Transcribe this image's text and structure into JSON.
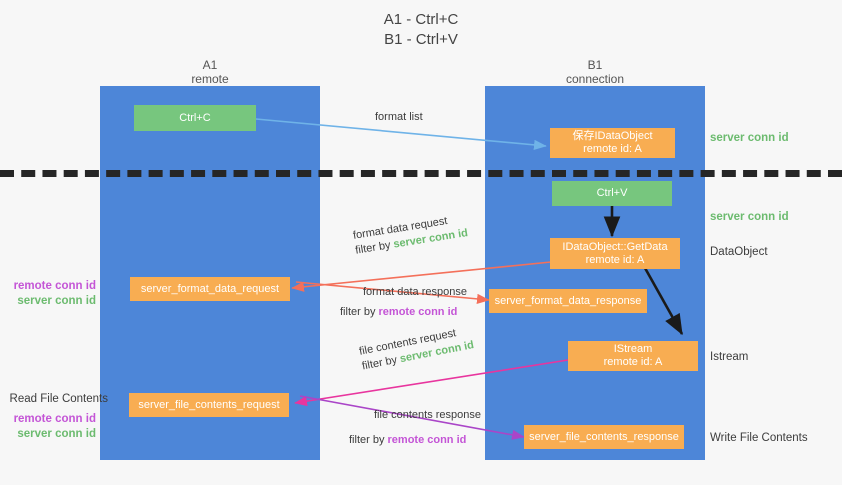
{
  "title": {
    "line1": "A1 - Ctrl+C",
    "line2": "B1 - Ctrl+V"
  },
  "lanes": [
    {
      "name": "A1",
      "subtitle": "remote"
    },
    {
      "name": "B1",
      "subtitle": "connection"
    }
  ],
  "nodes": {
    "ctrl_c": {
      "label": "Ctrl+C",
      "color": "#77c67e"
    },
    "ole_idataobject": {
      "line1": "保存IDataObject",
      "line2": "remote id: A",
      "color": "#f8ad52"
    },
    "ctrl_v": {
      "label": "Ctrl+V",
      "color": "#77c67e"
    },
    "getdata": {
      "line1": "IDataObject::GetData",
      "line2": "remote id: A",
      "color": "#f8ad52"
    },
    "server_format_data_request": {
      "label": "server_format_data_request",
      "color": "#f8ad52"
    },
    "server_format_data_response": {
      "label": "server_format_data_response",
      "color": "#f8ad52"
    },
    "istream": {
      "line1": "IStream",
      "line2": "remote id: A",
      "color": "#f8ad52"
    },
    "server_file_contents_request": {
      "label": "server_file_contents_request",
      "color": "#f8ad52"
    },
    "server_file_contents_response": {
      "label": "server_file_contents_response",
      "color": "#f8ad52"
    }
  },
  "edge_labels": {
    "format_list": "format list",
    "format_data_request": "format data request",
    "format_data_request_filter_prefix": "filter by ",
    "format_data_request_filter_key": "server conn id",
    "format_data_response": "format data response",
    "format_data_response_filter_prefix": "filter by ",
    "format_data_response_filter_key": "remote conn id",
    "file_contents_request": "file contents request",
    "file_contents_request_filter_prefix": "filter by ",
    "file_contents_request_filter_key": "server conn id",
    "file_contents_response": "file contents response",
    "file_contents_response_filter_prefix": "filter by ",
    "file_contents_response_filter_key": "remote conn id"
  },
  "annotations": {
    "right_server_conn_id_top": "server conn id",
    "right_server_conn_id_mid": "server conn id",
    "right_dataobject": "DataObject",
    "right_istream": "Istream",
    "right_write_file_contents": "Write File Contents",
    "left_remote_conn_id_1": "remote conn id",
    "left_server_conn_id_1": "server conn id",
    "left_read_file_contents": "Read File Contents",
    "left_remote_conn_id_2": "remote conn id",
    "left_server_conn_id_2": "server conn id"
  },
  "colors": {
    "lane": "#4d86d8",
    "green_node": "#77c67e",
    "orange_node": "#f8ad52",
    "green_text": "#6cbb6f",
    "purple_text": "#c455d6",
    "arrow_blue": "#6fb3e8",
    "arrow_red": "#f4705a",
    "arrow_pink": "#e8359e",
    "arrow_purple": "#aa45c8",
    "arrow_black": "#1a1a1a",
    "divider": "#262626",
    "background": "#f7f7f7"
  }
}
